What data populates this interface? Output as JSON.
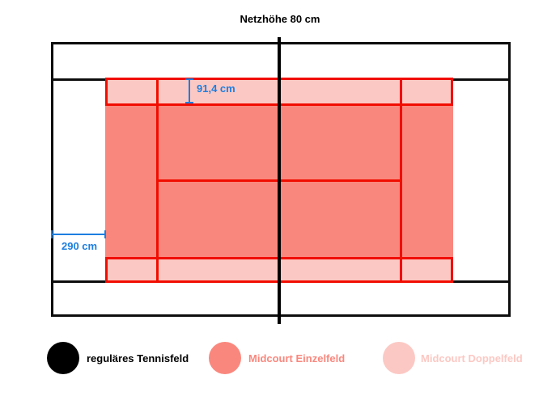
{
  "diagram": {
    "net_height_label": "Netzhöhe 80 cm",
    "alley_width_label": "91,4 cm",
    "side_margin_label": "290 cm"
  },
  "colors": {
    "court_line": "#0d0d0d",
    "field_line": "#f10d00",
    "singles_fill": "#fa877d",
    "doubles_fill": "#fcc8c3",
    "dimension_blue": "#1d7ee0"
  },
  "legend": {
    "items": [
      {
        "label": "reguläres Tennisfeld",
        "color": "#000000"
      },
      {
        "label": "Midcourt Einzelfeld",
        "color": "#fa877d"
      },
      {
        "label": "Midcourt Doppelfeld",
        "color": "#fcc8c3"
      }
    ]
  }
}
